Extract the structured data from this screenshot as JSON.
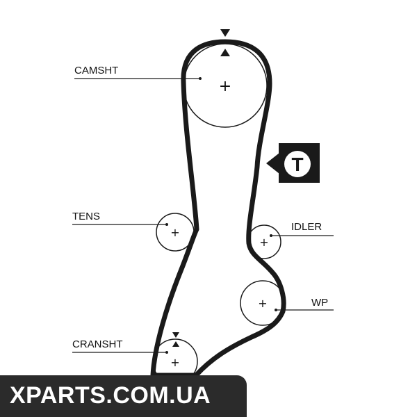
{
  "labels": {
    "camshaft": "CAMSHT",
    "tensioner": "TENS",
    "idler": "IDLER",
    "water_pump": "WP",
    "crankshaft": "CRANSHT"
  },
  "tension_badge": "T",
  "watermark": "XPARTS.COM.UA",
  "colors": {
    "belt": "#1a1a1a",
    "badge_background": "#1a1a1a",
    "watermark_background": "#2b2b2b"
  }
}
